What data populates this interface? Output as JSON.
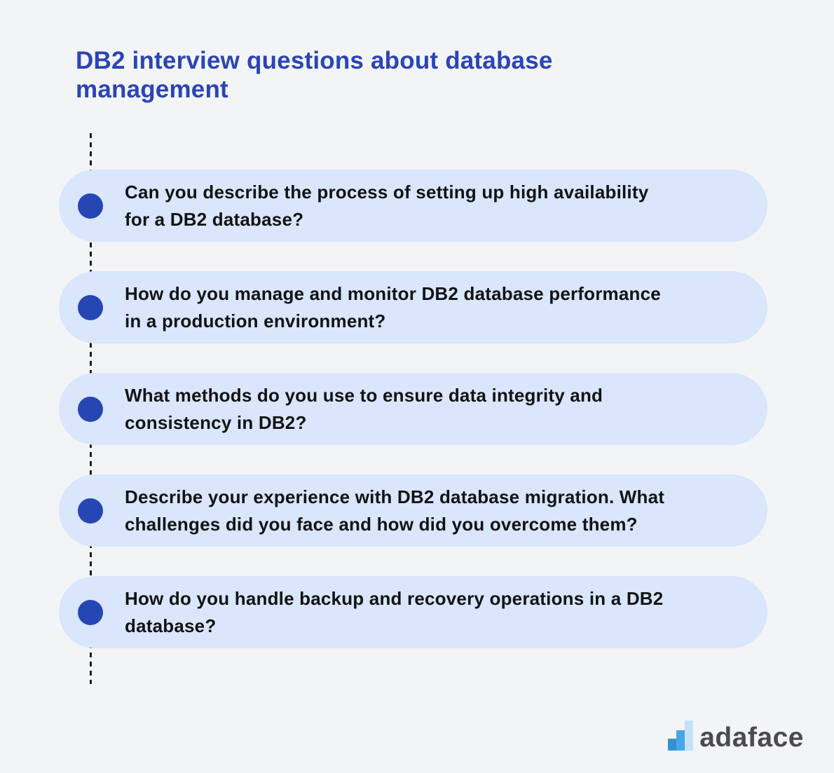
{
  "header": {
    "title": "DB2 interview questions about database management"
  },
  "questions": [
    {
      "line1": "Can you describe the process of setting up high availability",
      "line2": "for a DB2 database?"
    },
    {
      "line1": "How do you manage and monitor DB2 database performance",
      "line2": "in a production environment?"
    },
    {
      "line1": "What methods do you use to ensure data integrity and",
      "line2": "consistency in DB2?"
    },
    {
      "line1": "Describe your experience with DB2 database migration. What",
      "line2": "challenges did you face and how did you overcome them?"
    },
    {
      "line1": "How do you handle backup and recovery operations in a DB2",
      "line2": "database?"
    }
  ],
  "footer": {
    "brand": "adaface"
  },
  "colors": {
    "background": "#f3f4f6",
    "title_blue": "#2a45b5",
    "pill_background": "#d9e6fb",
    "bullet_blue": "#2646b4",
    "question_text": "#131314",
    "timeline_dash": "#1d1d1f",
    "brand_text": "#4b4b4d",
    "logo_bar_dark": "#3591d3",
    "logo_bar_medium": "#47a5e8",
    "logo_bar_light": "#c3e2f8"
  }
}
